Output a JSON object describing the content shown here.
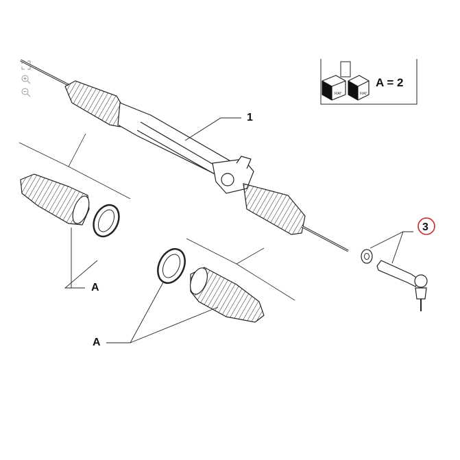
{
  "callouts": {
    "rack": "1",
    "tie_rod_end": "3",
    "boot_kit_upper": "A",
    "boot_kit_lower": "A"
  },
  "kit_box": {
    "equation": "A = 2",
    "box_label_1": "FIAT",
    "box_label_2": "FIAT"
  },
  "toolbar": {
    "icons": [
      "expand-icon",
      "zoom-in-icon",
      "zoom-out-icon"
    ]
  },
  "colors": {
    "line": "#222222",
    "highlight_circle": "#c62828"
  }
}
